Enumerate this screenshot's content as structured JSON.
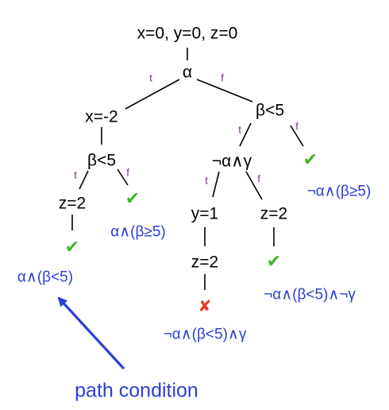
{
  "colors": {
    "node_text": "#000000",
    "edge": "#000000",
    "branch_label": "#7b2d8e",
    "condition": "#2b3fd6",
    "success_mark": "#3fb52b",
    "failure_mark": "#e8391a",
    "arrow": "#2b3fd6",
    "caption": "#2b3fd6"
  },
  "nodes": {
    "root": "x=0, y=0, z=0",
    "alpha": "α",
    "x_neg2": "x=-2",
    "beta_lt5_right": "β<5",
    "beta_lt5_left": "β<5",
    "not_alpha_and_gamma": "¬α∧γ",
    "z2_left": "z=2",
    "y1": "y=1",
    "z2_right": "z=2",
    "z2_bottom": "z=2"
  },
  "branch_labels": {
    "alpha_t": "t",
    "alpha_f": "f",
    "beta_right_t": "t",
    "beta_right_f": "f",
    "beta_left_t": "t",
    "beta_left_f": "f",
    "gamma_t": "t",
    "gamma_f": "f"
  },
  "marks": {
    "check": "✔",
    "cross": "✘"
  },
  "path_conditions": {
    "far_left": "α∧(β<5)",
    "left_f": "α∧(β≥5)",
    "right_f": "¬α∧(β≥5)",
    "middle_fail": "¬α∧(β<5)∧γ",
    "middle_ok": "¬α∧(β<5)∧¬γ"
  },
  "caption": "path condition"
}
